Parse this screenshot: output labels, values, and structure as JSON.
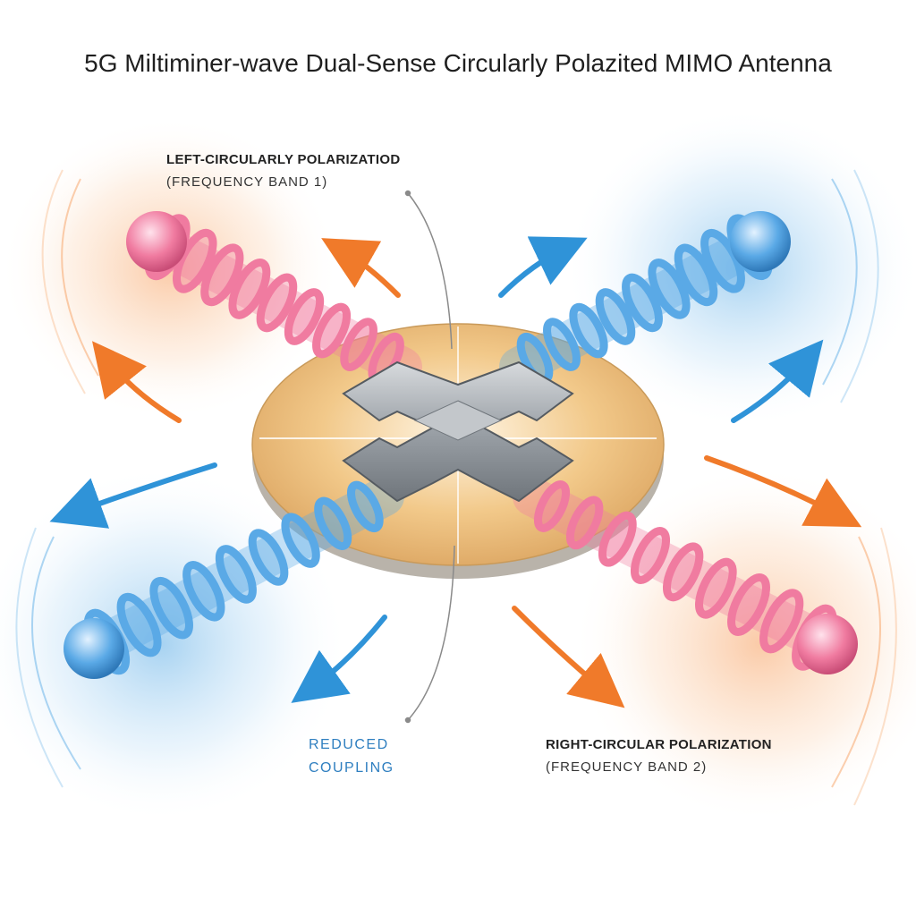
{
  "title": "5G Miltiminer-wave Dual-Sense Circularly Polazited MIMO Antenna",
  "labels": {
    "lhcp_line1": "LEFT-CIRCULARLY POLARIZATIOD",
    "lhcp_line2": "(FREQUENCY BAND 1)",
    "rhcp_line1": "RIGHT-CIRCULAR POLARIZATION",
    "rhcp_line2": "(FREQUENCY BAND 2)",
    "coupling_line1": "REDUCED",
    "coupling_line2": "COUPLING"
  },
  "colors": {
    "pink_helix": "#f07ba0",
    "blue_helix": "#5aa9e6",
    "orange_wave": "#f58a3c",
    "blue_wave": "#3a9be0",
    "substrate": "#f2c98a",
    "feed_metal": "#9aa0a6",
    "coupling_text": "#2f7fc0"
  },
  "icons": [
    "helix-antenna-arm",
    "wave-arrow",
    "cross-feed-network",
    "circular-substrate"
  ]
}
